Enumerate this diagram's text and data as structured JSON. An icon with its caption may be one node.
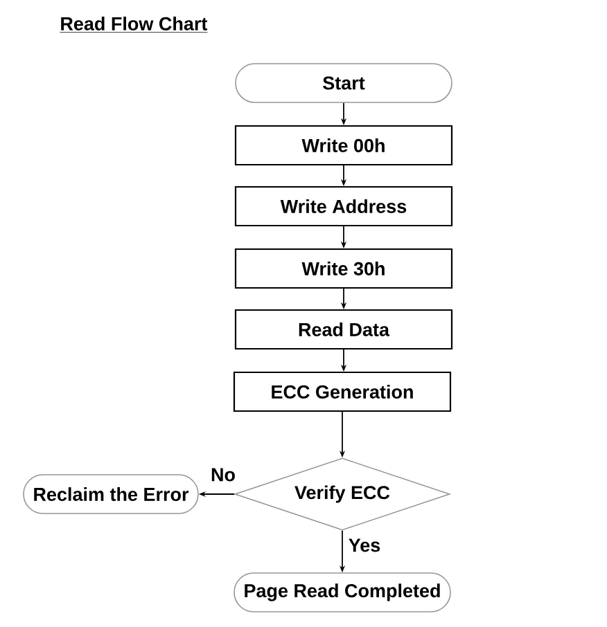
{
  "diagram": {
    "title": "Read Flow Chart",
    "nodes": [
      {
        "text": [
          "Start"
        ]
      },
      {
        "text": [
          "Write 00h"
        ]
      },
      {
        "text": [
          "Write Address"
        ]
      },
      {
        "text": [
          "Write 30h"
        ]
      },
      {
        "text": [
          "Read Data"
        ]
      },
      {
        "text": [
          "ECC Generation"
        ]
      },
      {
        "text": [
          "Verify ECC"
        ]
      },
      {
        "text": [
          "Reclaim the Error"
        ]
      },
      {
        "text": [
          "Page Read Completed"
        ]
      }
    ],
    "edges": [
      {
        "from": 0,
        "to": 1,
        "arrow": "to"
      },
      {
        "from": 1,
        "to": 2,
        "arrow": "to"
      },
      {
        "from": 2,
        "to": 3,
        "arrow": "to"
      },
      {
        "from": 3,
        "to": 4,
        "arrow": "to"
      },
      {
        "from": 4,
        "to": 5,
        "arrow": "to"
      },
      {
        "from": 5,
        "to": 6,
        "arrow": "to"
      },
      {
        "from": 6,
        "to": 7,
        "arrow": "to",
        "label": "No"
      },
      {
        "from": 6,
        "to": 8,
        "arrow": "to",
        "label": "Yes"
      }
    ]
  }
}
